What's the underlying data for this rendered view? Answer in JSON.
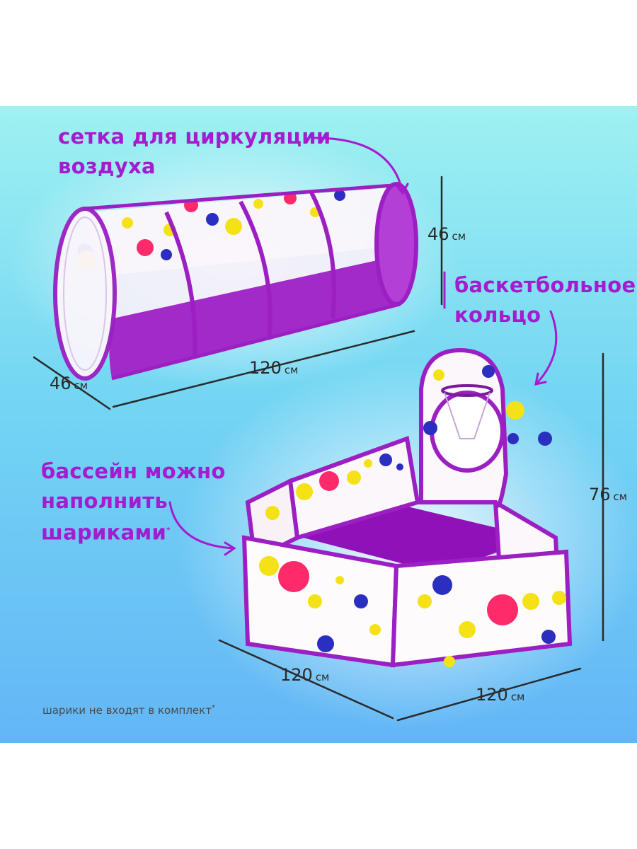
{
  "callouts": {
    "air": {
      "line1": "сетка для циркуляции",
      "line2": "воздуха"
    },
    "hoop": {
      "line1": "баскетбольное",
      "line2": "кольцо"
    },
    "pool": {
      "line1": "бассейн можно",
      "line2": "наполнить",
      "line3": "шариками",
      "mark": "*"
    }
  },
  "dimensions": {
    "tunnel_height": {
      "value": "46",
      "unit": "см"
    },
    "tunnel_diameter": {
      "value": "46",
      "unit": "см"
    },
    "tunnel_length": {
      "value": "120",
      "unit": "см"
    },
    "pool_height": {
      "value": "76",
      "unit": "см"
    },
    "pool_width": {
      "value": "120",
      "unit": "см"
    },
    "pool_depth": {
      "value": "120",
      "unit": "см"
    }
  },
  "footnote": {
    "text": "шарики не входят в комплект",
    "mark": "*"
  },
  "colors": {
    "purple": "#9b1fc2",
    "pink": "#ff2a6a",
    "yellow": "#f5e216",
    "blue": "#2a2fc0",
    "accent_text": "#a41bd0"
  }
}
